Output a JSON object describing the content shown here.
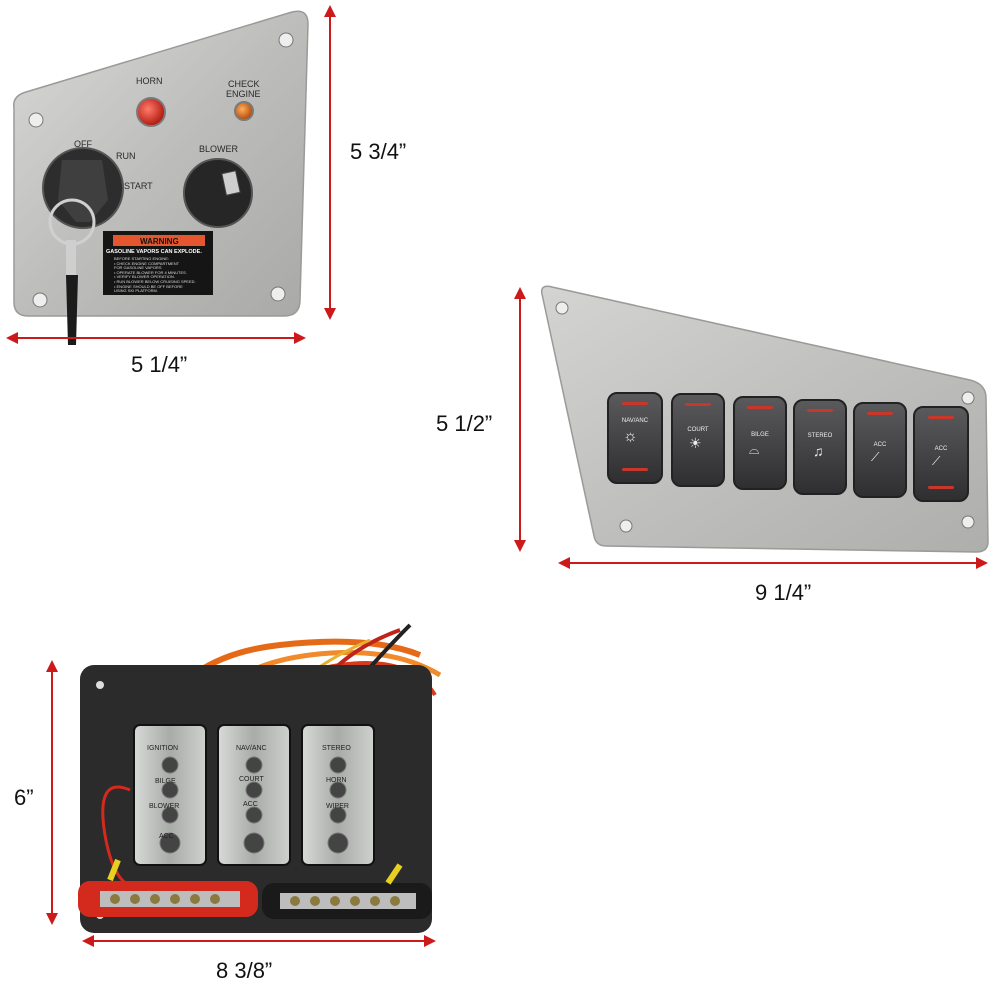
{
  "colors": {
    "dimension_red": "#cc1a1a",
    "panel_silver": "#c4c4c2",
    "rocker_dark": "#3b3b3d",
    "fuse_board": "#2b2b2b",
    "busbar_red": "#d42a1e"
  },
  "panel1": {
    "horn": "HORN",
    "check_engine_1": "CHECK",
    "check_engine_2": "ENGINE",
    "off": "OFF",
    "run": "RUN",
    "start": "START",
    "blower": "BLOWER",
    "warning_title": "WARNING",
    "warning_sub": "GASOLINE VAPORS CAN EXPLODE.",
    "warning_lines": [
      "BEFORE STARTING ENGINE:",
      "• CHECK ENGINE COMPARTMENT",
      "  FOR GASOLINE VAPORS",
      "• OPERATE BLOWER FOR 4 MINUTES.",
      "• VERIFY BLOWER OPERATION.",
      "• RUN BLOWER BELOW CRUISING SPEED.",
      "• ENGINE SHOULD BE OFF BEFORE",
      "  USING SKI PLATFORM."
    ],
    "height_dim": "5 3/4”",
    "width_dim": "5 1/4”"
  },
  "panel2": {
    "switches": [
      "NAV/ANC",
      "COURT",
      "BILGE",
      "STEREO",
      "ACC",
      "ACC"
    ],
    "height_dim": "5 1/2”",
    "width_dim": "9 1/4”"
  },
  "panel3": {
    "fuse_labels": [
      "IGNITION",
      "NAV/ANC",
      "STEREO",
      "BILGE",
      "COURT",
      "HORN",
      "BLOWER",
      "ACC",
      "WIPER",
      "ACC"
    ],
    "height_dim": "6”",
    "width_dim": "8 3/8”"
  }
}
